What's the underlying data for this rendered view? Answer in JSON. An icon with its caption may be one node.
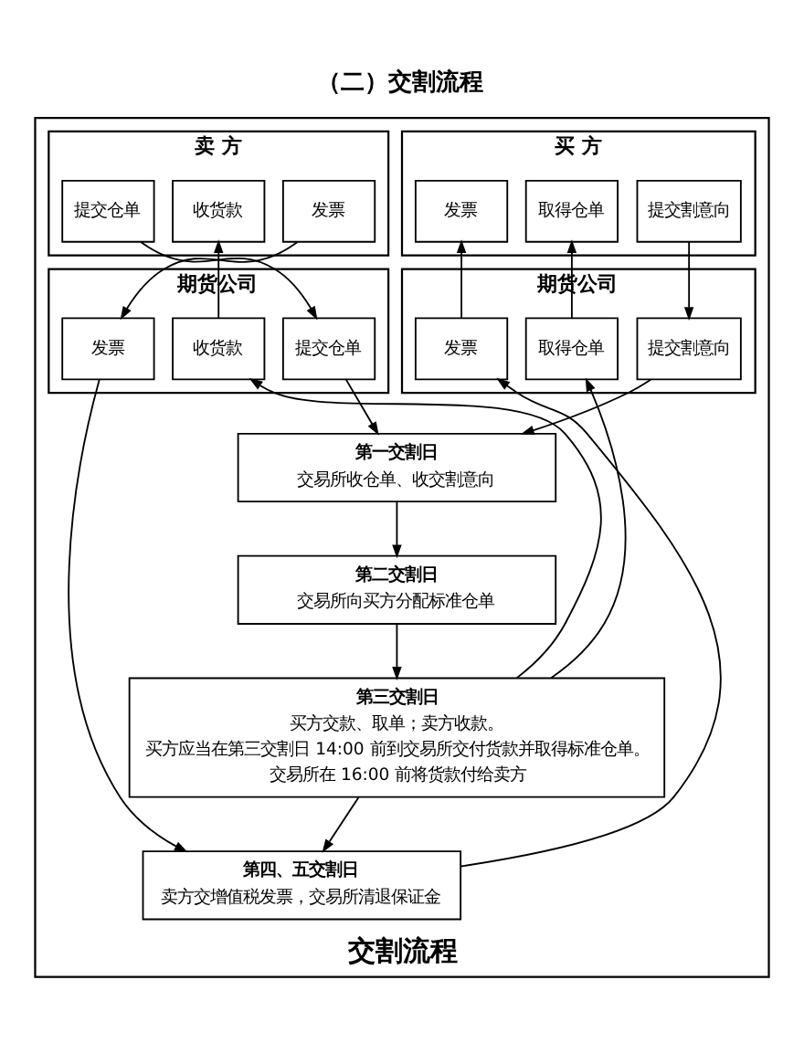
{
  "diagram": {
    "title": "（二）交割流程",
    "nodes": [
      {
        "text": [
          "交割流程"
        ]
      },
      {
        "text": [
          "卖 方"
        ],
        "in": 0
      },
      {
        "text": [
          "发票"
        ],
        "in": 1
      },
      {
        "text": [
          "收货款"
        ],
        "in": 1
      },
      {
        "text": [
          "提交仓单"
        ],
        "in": 1
      },
      {
        "text": [
          "期货公司"
        ],
        "in": 0
      },
      {
        "text": [
          "发票"
        ],
        "in": 5
      },
      {
        "text": [
          "收货款"
        ],
        "in": 5
      },
      {
        "text": [
          "提交仓单"
        ],
        "in": 5
      },
      {
        "text": [
          "买 方"
        ],
        "in": 0
      },
      {
        "text": [
          "提交割意向"
        ],
        "in": 9
      },
      {
        "text": [
          "取得仓单"
        ],
        "in": 9
      },
      {
        "text": [
          "发票"
        ],
        "in": 9
      },
      {
        "text": [
          "期货公司"
        ],
        "in": 0
      },
      {
        "text": [
          "提交割意向"
        ],
        "in": 13
      },
      {
        "text": [
          "取得仓单"
        ],
        "in": 13
      },
      {
        "text": [
          "发票"
        ],
        "in": 13
      },
      {
        "text": [
          "第一交割日",
          "交易所收仓单、收交割意向"
        ],
        "in": 0
      },
      {
        "text": [
          "第二交割日",
          "交易所向买方分配标准仓单"
        ],
        "in": 0
      },
      {
        "text": [
          "第三交割日",
          "买方交款、取单；卖方收款。",
          "买方应当在第三交割日 14:00 前到交易所交付货款并取得标准仓单。",
          "交易所在 16:00 前将货款付给卖方"
        ],
        "in": 0
      },
      {
        "text": [
          "第四、五交割日",
          "卖方交增值税发票，交易所清退保证金"
        ],
        "in": 0
      }
    ],
    "edges": [
      {
        "from": 2,
        "to": 6,
        "arrow": "to"
      },
      {
        "from": 7,
        "to": 3,
        "arrow": "to"
      },
      {
        "from": 4,
        "to": 8,
        "arrow": "to"
      },
      {
        "from": 10,
        "to": 14,
        "arrow": "to"
      },
      {
        "from": 15,
        "to": 11,
        "arrow": "to"
      },
      {
        "from": 16,
        "to": 12,
        "arrow": "to"
      },
      {
        "from": 8,
        "to": 17,
        "arrow": "to"
      },
      {
        "from": 14,
        "to": 17,
        "arrow": "to"
      },
      {
        "from": 17,
        "to": 18,
        "arrow": "to"
      },
      {
        "from": 18,
        "to": 19,
        "arrow": "to"
      },
      {
        "from": 19,
        "to": 7,
        "arrow": "to"
      },
      {
        "from": 19,
        "to": 15,
        "arrow": "to"
      },
      {
        "from": 19,
        "to": 20,
        "arrow": "to"
      },
      {
        "from": 6,
        "to": 20,
        "arrow": "to"
      },
      {
        "from": 20,
        "to": 16,
        "arrow": "to"
      }
    ]
  }
}
